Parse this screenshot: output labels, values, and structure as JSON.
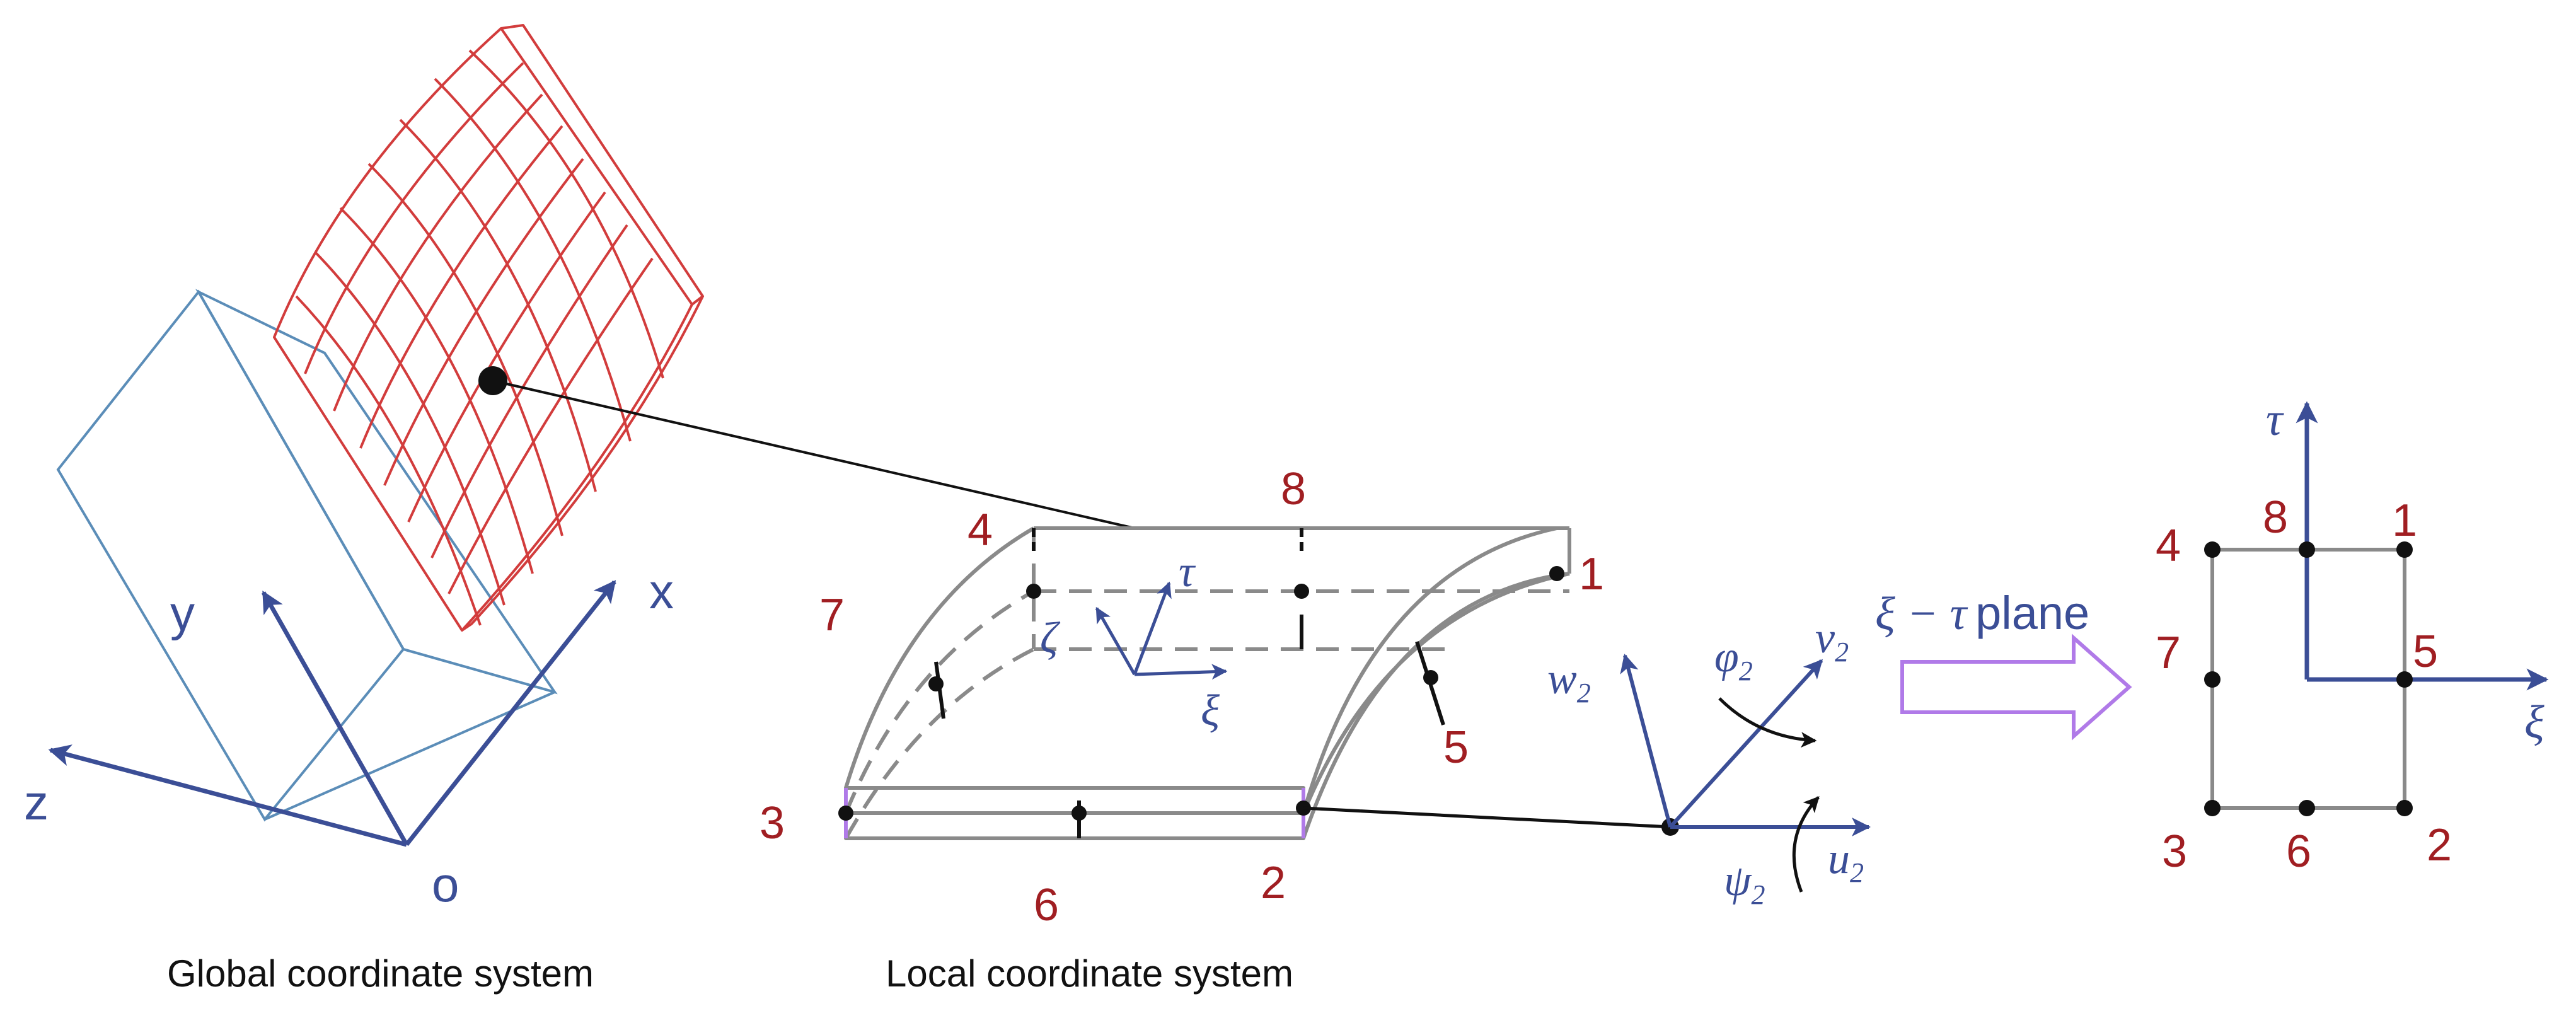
{
  "captions": {
    "global": "Global coordinate system",
    "local": "Local coordinate system"
  },
  "global_axes": {
    "x": "x",
    "y": "y",
    "z": "z",
    "origin": "o"
  },
  "element_node_numbers": [
    "1",
    "2",
    "3",
    "4",
    "5",
    "6",
    "7",
    "8"
  ],
  "local_axes": {
    "zeta": "ζ",
    "tau": "τ",
    "xi": "ξ"
  },
  "dof_labels": {
    "w": "w",
    "v": "v",
    "u": "u",
    "phi": "φ",
    "psi": "ψ",
    "subscript": "2"
  },
  "plane": {
    "title_math": "ξ − τ",
    "title_word": "plane",
    "axis_tau": "τ",
    "axis_xi": "ξ",
    "node_numbers": [
      "1",
      "2",
      "3",
      "4",
      "5",
      "6",
      "7",
      "8"
    ]
  },
  "colors": {
    "node_label": "#A01E22",
    "axis": "#3B4E96",
    "mesh": "#D23C3C",
    "box": "#5B8DB8",
    "element": "#8A8A8A",
    "arrow_outline": "#B07AE8"
  }
}
